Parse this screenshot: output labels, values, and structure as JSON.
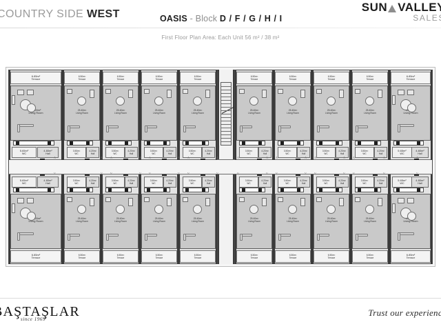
{
  "header": {
    "project_title_light": "COUNTRY SIDE",
    "project_title_bold": "WEST",
    "plan_name": "OASIS",
    "plan_sep": "-",
    "plan_block_word": "Block",
    "plan_blocks": "D / F / G / H / I",
    "logo_line1_a": "SUN",
    "logo_line1_b": "VALLEY",
    "logo_line2": "SALES",
    "subtitle": "First Floor Plan Area: Each Unit 56 m² / 38 m²"
  },
  "footer": {
    "brand": "BAŞTAŞLAR",
    "since": "since 1969",
    "tagline": "Trust our experience"
  },
  "plan": {
    "section_marker_top": "A",
    "section_marker_bottom": "V",
    "units_top": [
      {
        "id": "t1",
        "type": "large",
        "terrace": {
          "area": "6.85m²",
          "name": "Terrace"
        },
        "living": {
          "area": "39.00m²",
          "name": "Living Room"
        },
        "wc": {
          "area": "5.65m²",
          "name": "WC"
        },
        "hall": {
          "area": "4.80m²",
          "name": "Hall"
        }
      },
      {
        "id": "t2",
        "type": "standard",
        "terrace": {
          "area": "6.50m²",
          "name": "Terrace"
        },
        "living": {
          "area": "25.40m²",
          "name": "Living Room"
        },
        "wc": {
          "area": "3.50m²",
          "name": "WC"
        },
        "hall": {
          "area": "4.20m²",
          "name": "Hall"
        }
      },
      {
        "id": "t3",
        "type": "standard",
        "terrace": {
          "area": "6.50m²",
          "name": "Terrace"
        },
        "living": {
          "area": "25.40m²",
          "name": "Living Room"
        },
        "wc": {
          "area": "3.50m²",
          "name": "WC"
        },
        "hall": {
          "area": "4.20m²",
          "name": "Hall"
        }
      },
      {
        "id": "t4",
        "type": "standard",
        "terrace": {
          "area": "6.50m²",
          "name": "Terrace"
        },
        "living": {
          "area": "25.40m²",
          "name": "Living Room"
        },
        "wc": {
          "area": "3.50m²",
          "name": "WC"
        },
        "hall": {
          "area": "4.20m²",
          "name": "Hall"
        }
      },
      {
        "id": "t5",
        "type": "standard",
        "terrace": {
          "area": "6.50m²",
          "name": "Terrace"
        },
        "living": {
          "area": "25.40m²",
          "name": "Living Room"
        },
        "wc": {
          "area": "3.50m²",
          "name": "WC"
        },
        "hall": {
          "area": "4.20m²",
          "name": "Hall"
        }
      },
      {
        "id": "t6",
        "type": "standard",
        "terrace": {
          "area": "6.50m²",
          "name": "Terrace"
        },
        "living": {
          "area": "25.40m²",
          "name": "Living Room"
        },
        "wc": {
          "area": "3.50m²",
          "name": "WC"
        },
        "hall": {
          "area": "4.20m²",
          "name": "Hall"
        }
      },
      {
        "id": "t7",
        "type": "standard",
        "terrace": {
          "area": "6.50m²",
          "name": "Terrace"
        },
        "living": {
          "area": "25.40m²",
          "name": "Living Room"
        },
        "wc": {
          "area": "3.50m²",
          "name": "WC"
        },
        "hall": {
          "area": "4.20m²",
          "name": "Hall"
        }
      },
      {
        "id": "t8",
        "type": "standard",
        "terrace": {
          "area": "6.50m²",
          "name": "Terrace"
        },
        "living": {
          "area": "25.40m²",
          "name": "Living Room"
        },
        "wc": {
          "area": "3.50m²",
          "name": "WC"
        },
        "hall": {
          "area": "4.20m²",
          "name": "Hall"
        }
      },
      {
        "id": "t9",
        "type": "standard",
        "terrace": {
          "area": "6.50m²",
          "name": "Terrace"
        },
        "living": {
          "area": "25.40m²",
          "name": "Living Room"
        },
        "wc": {
          "area": "3.50m²",
          "name": "WC"
        },
        "hall": {
          "area": "4.20m²",
          "name": "Hall"
        }
      },
      {
        "id": "t10",
        "type": "large",
        "terrace": {
          "area": "6.85m²",
          "name": "Terrace"
        },
        "living": {
          "area": "39.00m²",
          "name": "Living Room"
        },
        "wc": {
          "area": "5.65m²",
          "name": "WC"
        },
        "hall": {
          "area": "4.80m²",
          "name": "Hall"
        }
      }
    ],
    "units_bottom": [
      {
        "id": "b1",
        "type": "large",
        "terrace": {
          "area": "6.85m²",
          "name": "Terrace"
        },
        "living": {
          "area": "39.00m²",
          "name": "Living Room"
        },
        "wc": {
          "area": "5.65m²",
          "name": "WC"
        },
        "hall": {
          "area": "4.80m²",
          "name": "Hall"
        }
      },
      {
        "id": "b2",
        "type": "standard",
        "terrace": {
          "area": "6.50m²",
          "name": "Terrace"
        },
        "living": {
          "area": "25.40m²",
          "name": "Living Room"
        },
        "wc": {
          "area": "3.50m²",
          "name": "WC"
        },
        "hall": {
          "area": "4.20m²",
          "name": "Hall"
        }
      },
      {
        "id": "b3",
        "type": "standard",
        "terrace": {
          "area": "6.50m²",
          "name": "Terrace"
        },
        "living": {
          "area": "25.40m²",
          "name": "Living Room"
        },
        "wc": {
          "area": "3.50m²",
          "name": "WC"
        },
        "hall": {
          "area": "4.20m²",
          "name": "Hall"
        }
      },
      {
        "id": "b4",
        "type": "standard",
        "terrace": {
          "area": "6.50m²",
          "name": "Terrace"
        },
        "living": {
          "area": "25.40m²",
          "name": "Living Room"
        },
        "wc": {
          "area": "3.50m²",
          "name": "WC"
        },
        "hall": {
          "area": "4.20m²",
          "name": "Hall"
        }
      },
      {
        "id": "b5",
        "type": "standard",
        "terrace": {
          "area": "6.50m²",
          "name": "Terrace"
        },
        "living": {
          "area": "25.40m²",
          "name": "Living Room"
        },
        "wc": {
          "area": "3.50m²",
          "name": "WC"
        },
        "hall": {
          "area": "4.20m²",
          "name": "Hall"
        }
      },
      {
        "id": "b6",
        "type": "standard",
        "terrace": {
          "area": "6.50m²",
          "name": "Terrace"
        },
        "living": {
          "area": "25.40m²",
          "name": "Living Room"
        },
        "wc": {
          "area": "3.50m²",
          "name": "WC"
        },
        "hall": {
          "area": "4.20m²",
          "name": "Hall"
        }
      },
      {
        "id": "b7",
        "type": "standard",
        "terrace": {
          "area": "6.50m²",
          "name": "Terrace"
        },
        "living": {
          "area": "25.40m²",
          "name": "Living Room"
        },
        "wc": {
          "area": "3.50m²",
          "name": "WC"
        },
        "hall": {
          "area": "4.20m²",
          "name": "Hall"
        }
      },
      {
        "id": "b8",
        "type": "standard",
        "terrace": {
          "area": "6.50m²",
          "name": "Terrace"
        },
        "living": {
          "area": "25.40m²",
          "name": "Living Room"
        },
        "wc": {
          "area": "3.50m²",
          "name": "WC"
        },
        "hall": {
          "area": "4.20m²",
          "name": "Hall"
        }
      },
      {
        "id": "b9",
        "type": "standard",
        "terrace": {
          "area": "6.50m²",
          "name": "Terrace"
        },
        "living": {
          "area": "25.40m²",
          "name": "Living Room"
        },
        "wc": {
          "area": "3.50m²",
          "name": "WC"
        },
        "hall": {
          "area": "4.20m²",
          "name": "Hall"
        }
      },
      {
        "id": "b10",
        "type": "large",
        "terrace": {
          "area": "6.85m²",
          "name": "Terrace"
        },
        "living": {
          "area": "39.00m²",
          "name": "Living Room"
        },
        "wc": {
          "area": "5.65m²",
          "name": "WC"
        },
        "hall": {
          "area": "4.80m²",
          "name": "Hall"
        }
      }
    ]
  },
  "colors": {
    "ink": "#1e1e1e",
    "muted": "#9a9a9a",
    "wall": "#3a3a3a",
    "living_fill": "#c9c9c9",
    "terrace_fill": "#f4f4f4"
  }
}
